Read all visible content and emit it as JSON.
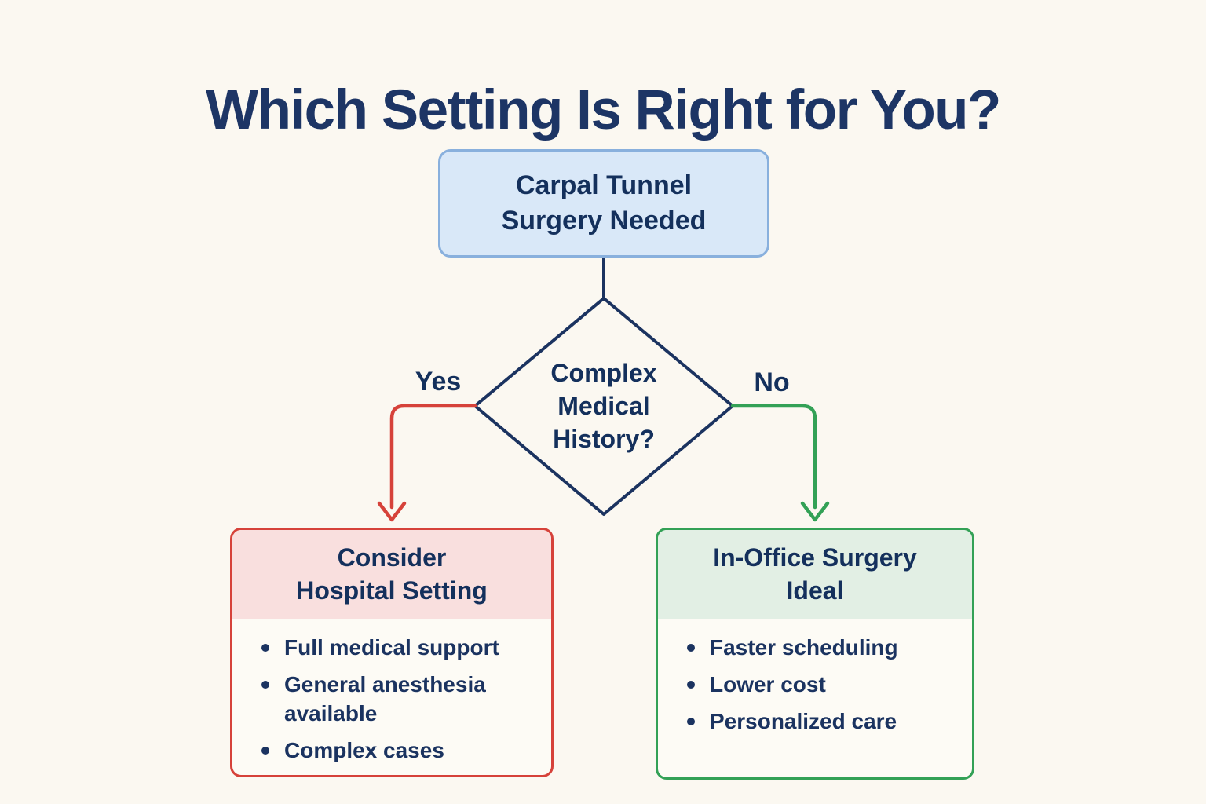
{
  "page": {
    "title": "Which Setting Is Right for You?"
  },
  "flow": {
    "start": {
      "label": "Carpal Tunnel\nSurgery Needed"
    },
    "decision": {
      "label": "Complex\nMedical\nHistory?"
    },
    "edges": {
      "yes": "Yes",
      "no": "No"
    },
    "hospital": {
      "title": "Consider\nHospital Setting",
      "bullets": [
        "Full medical support",
        "General anesthesia available",
        "Complex cases"
      ]
    },
    "office": {
      "title": "In-Office Surgery\nIdeal",
      "bullets": [
        "Faster scheduling",
        "Lower cost",
        "Personalized care"
      ]
    },
    "colors": {
      "background": "#fbf8f1",
      "navy_text": "#14305c",
      "diamond_stroke": "#1b3360",
      "start_fill": "#d9e8f8",
      "start_border": "#89b0dd",
      "yes_red": "#d6423a",
      "hospital_header_fill": "#f9dfde",
      "no_green": "#33a156",
      "office_header_fill": "#e2efe4"
    }
  }
}
